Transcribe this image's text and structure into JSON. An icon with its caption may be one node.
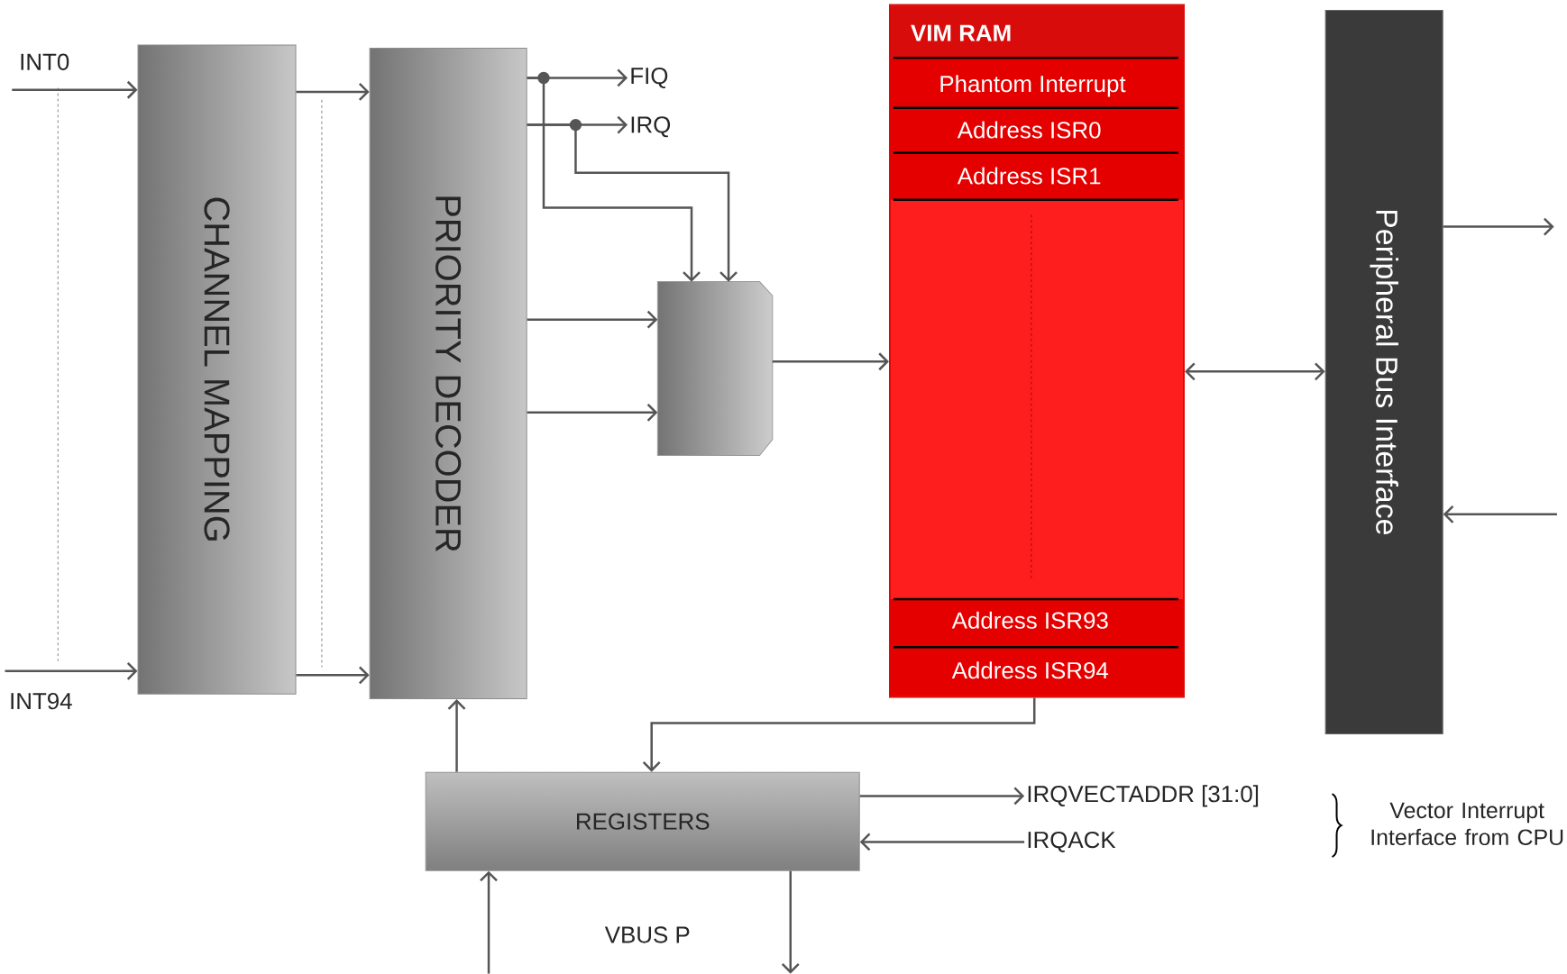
{
  "diagram": {
    "nodes": [
      {
        "text": [
          "CHANNEL MAPPING"
        ]
      },
      {
        "text": [
          "PRIORITY DECODER"
        ]
      },
      {
        "text": [],
        "shape": "box"
      },
      {
        "text": [
          "VIM RAM",
          "Phantom Interrupt",
          "Address ISR0",
          "Address ISR1",
          "Address ISR93",
          "Address ISR94"
        ]
      },
      {
        "text": [
          "Peripheral Bus Interface"
        ]
      },
      {
        "text": [
          "REGISTERS"
        ]
      },
      {
        "text": [
          "FIQ"
        ]
      },
      {
        "text": [
          "IRQ"
        ]
      },
      {
        "text": [
          "IRQVECTADDR [31:0]"
        ]
      },
      {
        "text": [
          "IRQACK"
        ]
      }
    ],
    "edges": [
      {
        "from": null,
        "to": 0,
        "arrow": "to",
        "label": "INT0"
      },
      {
        "from": null,
        "to": 0,
        "arrow": "to",
        "label": "INT94"
      },
      {
        "from": 0,
        "to": 1,
        "arrow": "to"
      },
      {
        "from": 0,
        "to": 1,
        "arrow": "to"
      },
      {
        "from": 1,
        "to": 6,
        "arrow": "to"
      },
      {
        "from": 1,
        "to": 7,
        "arrow": "to"
      },
      {
        "from": 1,
        "to": 2,
        "arrow": "to"
      },
      {
        "from": 1,
        "to": 2,
        "arrow": "to"
      },
      {
        "from": 1,
        "to": 2,
        "arrow": "to"
      },
      {
        "from": 1,
        "to": 2,
        "arrow": "to"
      },
      {
        "from": 2,
        "to": 3,
        "arrow": "to"
      },
      {
        "from": 3,
        "to": 4,
        "arrow": "both"
      },
      {
        "from": 4,
        "to": null,
        "arrow": "to"
      },
      {
        "from": null,
        "to": 4,
        "arrow": "to"
      },
      {
        "from": 3,
        "to": 5,
        "arrow": "to"
      },
      {
        "from": 5,
        "to": 1,
        "arrow": "to"
      },
      {
        "from": 5,
        "to": 8,
        "arrow": "to"
      },
      {
        "from": 9,
        "to": 5,
        "arrow": "to"
      },
      {
        "from": null,
        "to": 5,
        "arrow": "to"
      },
      {
        "from": 5,
        "to": null,
        "arrow": "to"
      }
    ],
    "labels": [
      "Vector Interrupt Interface from CPU",
      "VBUS P"
    ]
  }
}
